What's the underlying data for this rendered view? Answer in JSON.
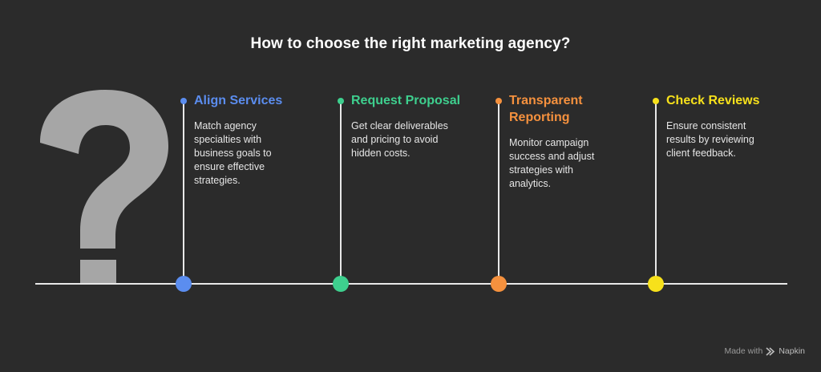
{
  "title": "How to choose the right marketing agency?",
  "steps": [
    {
      "title": "Align Services",
      "description": "Match agency specialties with business goals to ensure effective strategies.",
      "color": "#5b8def"
    },
    {
      "title": "Request Proposal",
      "description": "Get clear deliverables and pricing to avoid hidden costs.",
      "color": "#3ecf8e"
    },
    {
      "title": "Transparent Reporting",
      "description": "Monitor campaign success and adjust strategies with analytics.",
      "color": "#f5913e"
    },
    {
      "title": "Check Reviews",
      "description": "Ensure consistent results by reviewing client feedback.",
      "color": "#f7e11b"
    }
  ],
  "footer": {
    "made_with": "Made with",
    "brand": "Napkin"
  },
  "icons": [
    "question-mark-icon",
    "napkin-logo-icon"
  ]
}
